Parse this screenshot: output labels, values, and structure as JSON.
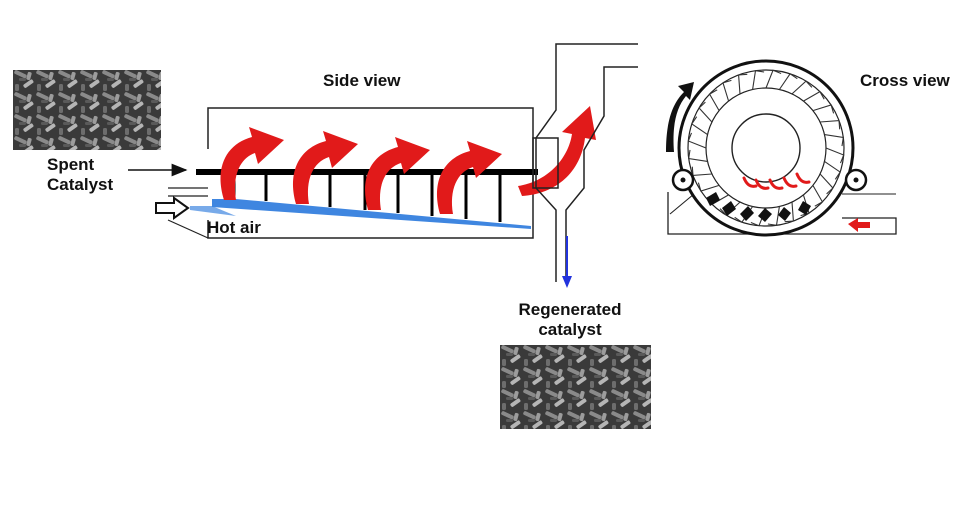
{
  "labels": {
    "side_view": "Side view",
    "cross_view": "Cross view",
    "spent_catalyst_line1": "Spent",
    "spent_catalyst_line2": "Catalyst",
    "hot_air": "Hot air",
    "regenerated_line1": "Regenerated",
    "regenerated_line2": "catalyst"
  },
  "colors": {
    "outline": "#222222",
    "hot_gas_arrow": "#e11a1a",
    "catalyst_bed": "#3f86e0",
    "product_arrow": "#2233dd",
    "rotation_arrow": "#111111",
    "catalyst_photo": "#4a4a4a"
  }
}
